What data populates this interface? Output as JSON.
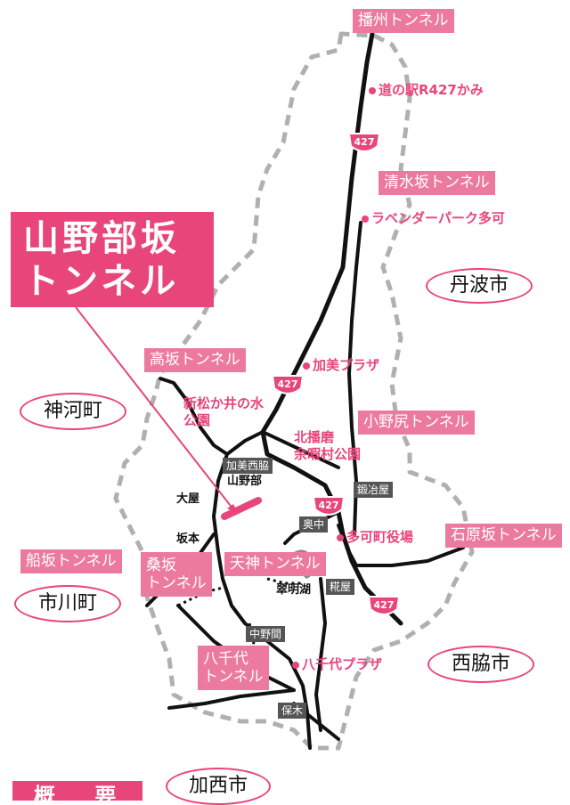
{
  "title": {
    "line1": "山野部坂",
    "line2": "トンネル"
  },
  "route_label": "427",
  "tunnels": {
    "harima": "播州トンネル",
    "shimizuzaka": "清水坂トンネル",
    "takasaka": "高坂トンネル",
    "onojiri": "小野尻トンネル",
    "funasaka": "船坂トンネル",
    "kuwasaka": "桑坂\nトンネル",
    "tenjin": "天神トンネル",
    "ishiharazaka": "石原坂トンネル",
    "yachiyo": "八千代\nトンネル"
  },
  "pois": {
    "michinoeki": "道の駅R427かみ",
    "lavender": "ラベンダーパーク多可",
    "kami_plaza": "加美プラザ",
    "shinmatsuka": "新松か井の水\n公園",
    "kitaharima": "北播磨\n余暇村公園",
    "town_office": "多可町役場",
    "yachiyo_plaza": "八千代プラザ"
  },
  "cities": {
    "tamba": "丹波市",
    "kamicho": "神河町",
    "ichikawa": "市川町",
    "nishiwaki": "西脇市",
    "kasai": "加西市"
  },
  "places": {
    "kami_nishiwaki": "加美西脇",
    "yamanobe": "山野部",
    "ooya": "大屋",
    "sakamoto": "坂本",
    "kajiya": "鍛冶屋",
    "okunaka": "奥中",
    "suimeiko": "翠明湖",
    "koujiya": "糀屋",
    "nakanoma": "中野間",
    "hoki": "保木"
  },
  "bottom_label": "概 要",
  "colors": {
    "accent": "#e8457a",
    "accent_light": "#ec7a9e",
    "road": "#111111",
    "boundary": "#b0b0b0",
    "dark_label": "#555555"
  }
}
